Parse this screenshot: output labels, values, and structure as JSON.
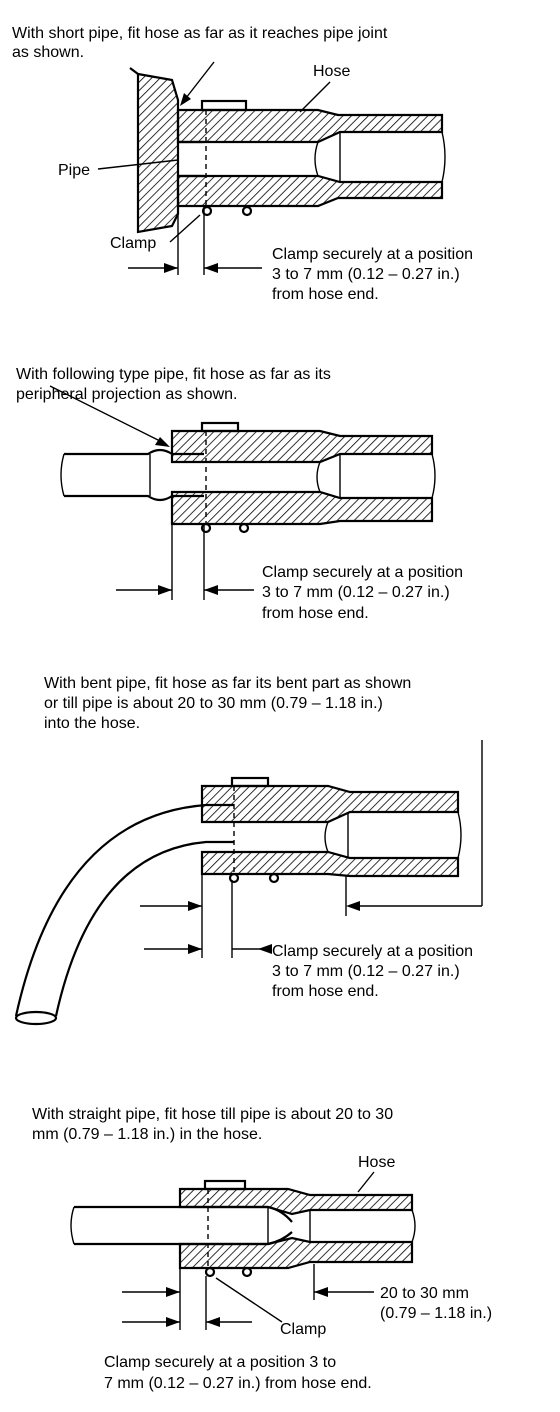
{
  "section1": {
    "instruction_lines": [
      "With short pipe, fit hose as far as it reaches pipe joint",
      "as shown."
    ],
    "hose_label": "Hose",
    "pipe_label": "Pipe",
    "clamp_label": "Clamp",
    "clamp_note_lines": [
      "Clamp securely at a position",
      "3 to 7 mm (0.12 – 0.27 in.)",
      "from hose end."
    ]
  },
  "section2": {
    "instruction_lines": [
      "With following type pipe, fit hose as far as its",
      "peripheral projection as shown."
    ],
    "clamp_note_lines": [
      "Clamp securely at a position",
      "3 to 7 mm (0.12 – 0.27 in.)",
      "from hose end."
    ]
  },
  "section3": {
    "instruction_lines": [
      "With bent pipe, fit hose as far its bent part as shown",
      "or till pipe is about 20 to 30 mm (0.79 – 1.18 in.)",
      "into the hose."
    ],
    "clamp_note_lines": [
      "Clamp securely at a position",
      "3 to 7 mm (0.12 – 0.27 in.)",
      "from hose end."
    ]
  },
  "section4": {
    "instruction_lines": [
      "With straight pipe, fit hose till pipe is about 20 to 30",
      "mm (0.79 – 1.18 in.) in the hose."
    ],
    "hose_label": "Hose",
    "clamp_label": "Clamp",
    "depth_note_lines": [
      "20 to 30 mm",
      "(0.79 – 1.18 in.)"
    ],
    "clamp_note_lines": [
      "Clamp securely at a position 3 to",
      "7 mm (0.12 – 0.27 in.) from hose end."
    ]
  }
}
